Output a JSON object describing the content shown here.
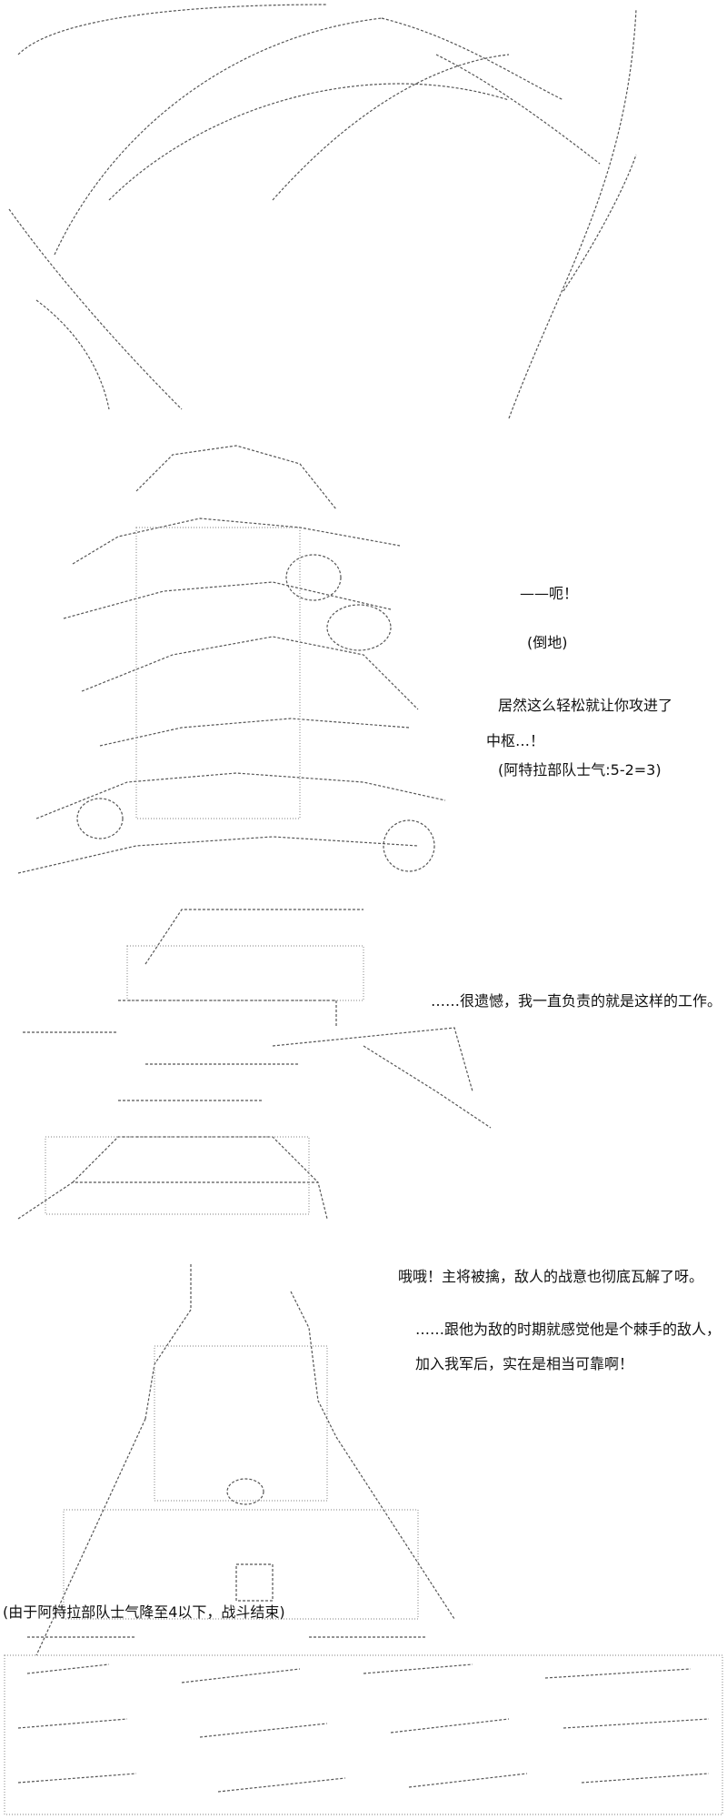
{
  "panel1": {},
  "panel2": {
    "line1": "——呃！",
    "line2": "(倒地)",
    "line3": "居然这么轻松就让你攻进了",
    "line4": "中枢…！",
    "line5": "(阿特拉部队士气:5-2=3)"
  },
  "panel3": {
    "line1": "……很遗憾，我一直负责的就是这样的工作。"
  },
  "panel4": {
    "line1": "哦哦！主将被擒，敌人的战意也彻底瓦解了呀。",
    "line2": "……跟他为敌的时期就感觉他是个棘手的敌人，",
    "line3": "加入我军后，实在是相当可靠啊！",
    "narration": "(由于阿特拉部队士气降至4以下，战斗结束)"
  }
}
